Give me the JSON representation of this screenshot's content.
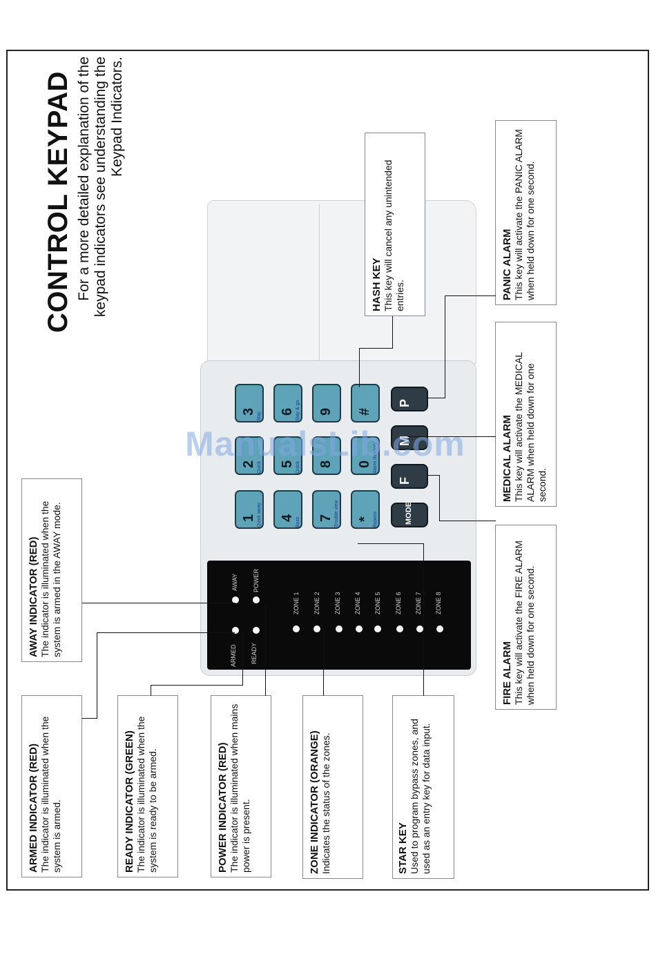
{
  "header": {
    "title": "CONTROL KEYPAD",
    "subtitle": "For a more detailed explanation of the keypad indicators see understanding the Keypad Indicators."
  },
  "callouts": {
    "away": {
      "title": "AWAY INDICATOR (RED)",
      "text": "The indicator is illuminated when the system is armed in the AWAY mode."
    },
    "armed": {
      "title": "ARMED INDICATOR (RED)",
      "text": "The indicator is illuminated when the system is armed."
    },
    "ready": {
      "title": "READY INDICATOR (GREEN)",
      "text": "The indicator is illuminated when the system is ready to be armed."
    },
    "power": {
      "title": "POWER INDICATOR (RED)",
      "text": "The indicator is illuminated when mains power is present."
    },
    "zone": {
      "title": "ZONE INDICATOR (ORANGE)",
      "text": "Indicates the status of the zones."
    },
    "star": {
      "title": "STAR KEY",
      "text": "Used to program bypass zones, and used as an entry key for data input."
    },
    "hash": {
      "title": "HASH KEY",
      "text": "This key will cancel any unintended entries."
    },
    "panic": {
      "title": "PANIC ALARM",
      "text": "This key will activate the PANIC ALARM when held down for one second."
    },
    "medical": {
      "title": "MEDICAL ALARM",
      "text": "This key will activate the MEDICAL ALARM when held down for one second."
    },
    "fire": {
      "title": "FIRE ALARM",
      "text": "This key will activate the FIRE ALARM when held down for one second."
    }
  },
  "keypad": {
    "keys": [
      {
        "label": "1",
        "sub": "Quick away"
      },
      {
        "label": "2",
        "sub": "Quick"
      },
      {
        "label": "3",
        "sub": "Stay"
      },
      {
        "label": "4",
        "sub": "Buzz"
      },
      {
        "label": "5",
        "sub": "Quick"
      },
      {
        "label": "6",
        "sub": "Stay & go"
      },
      {
        "label": "7",
        "sub": "Trouble view"
      },
      {
        "label": "8",
        "sub": ""
      },
      {
        "label": "9",
        "sub": ""
      },
      {
        "label": "*",
        "sub": "Bypass"
      },
      {
        "label": "0",
        "sub": "Alarm memory"
      },
      {
        "label": "#",
        "sub": ""
      }
    ],
    "function_keys": [
      "MODE",
      "F",
      "M",
      "P"
    ],
    "led_labels": {
      "away": "AWAY",
      "power": "POWER",
      "armed": "ARMED",
      "ready": "READY"
    },
    "zones": [
      "ZONE 1",
      "ZONE 2",
      "ZONE 3",
      "ZONE 4",
      "ZONE 5",
      "ZONE 6",
      "ZONE 7",
      "ZONE 8"
    ]
  },
  "watermark": "ManualsLib.com"
}
